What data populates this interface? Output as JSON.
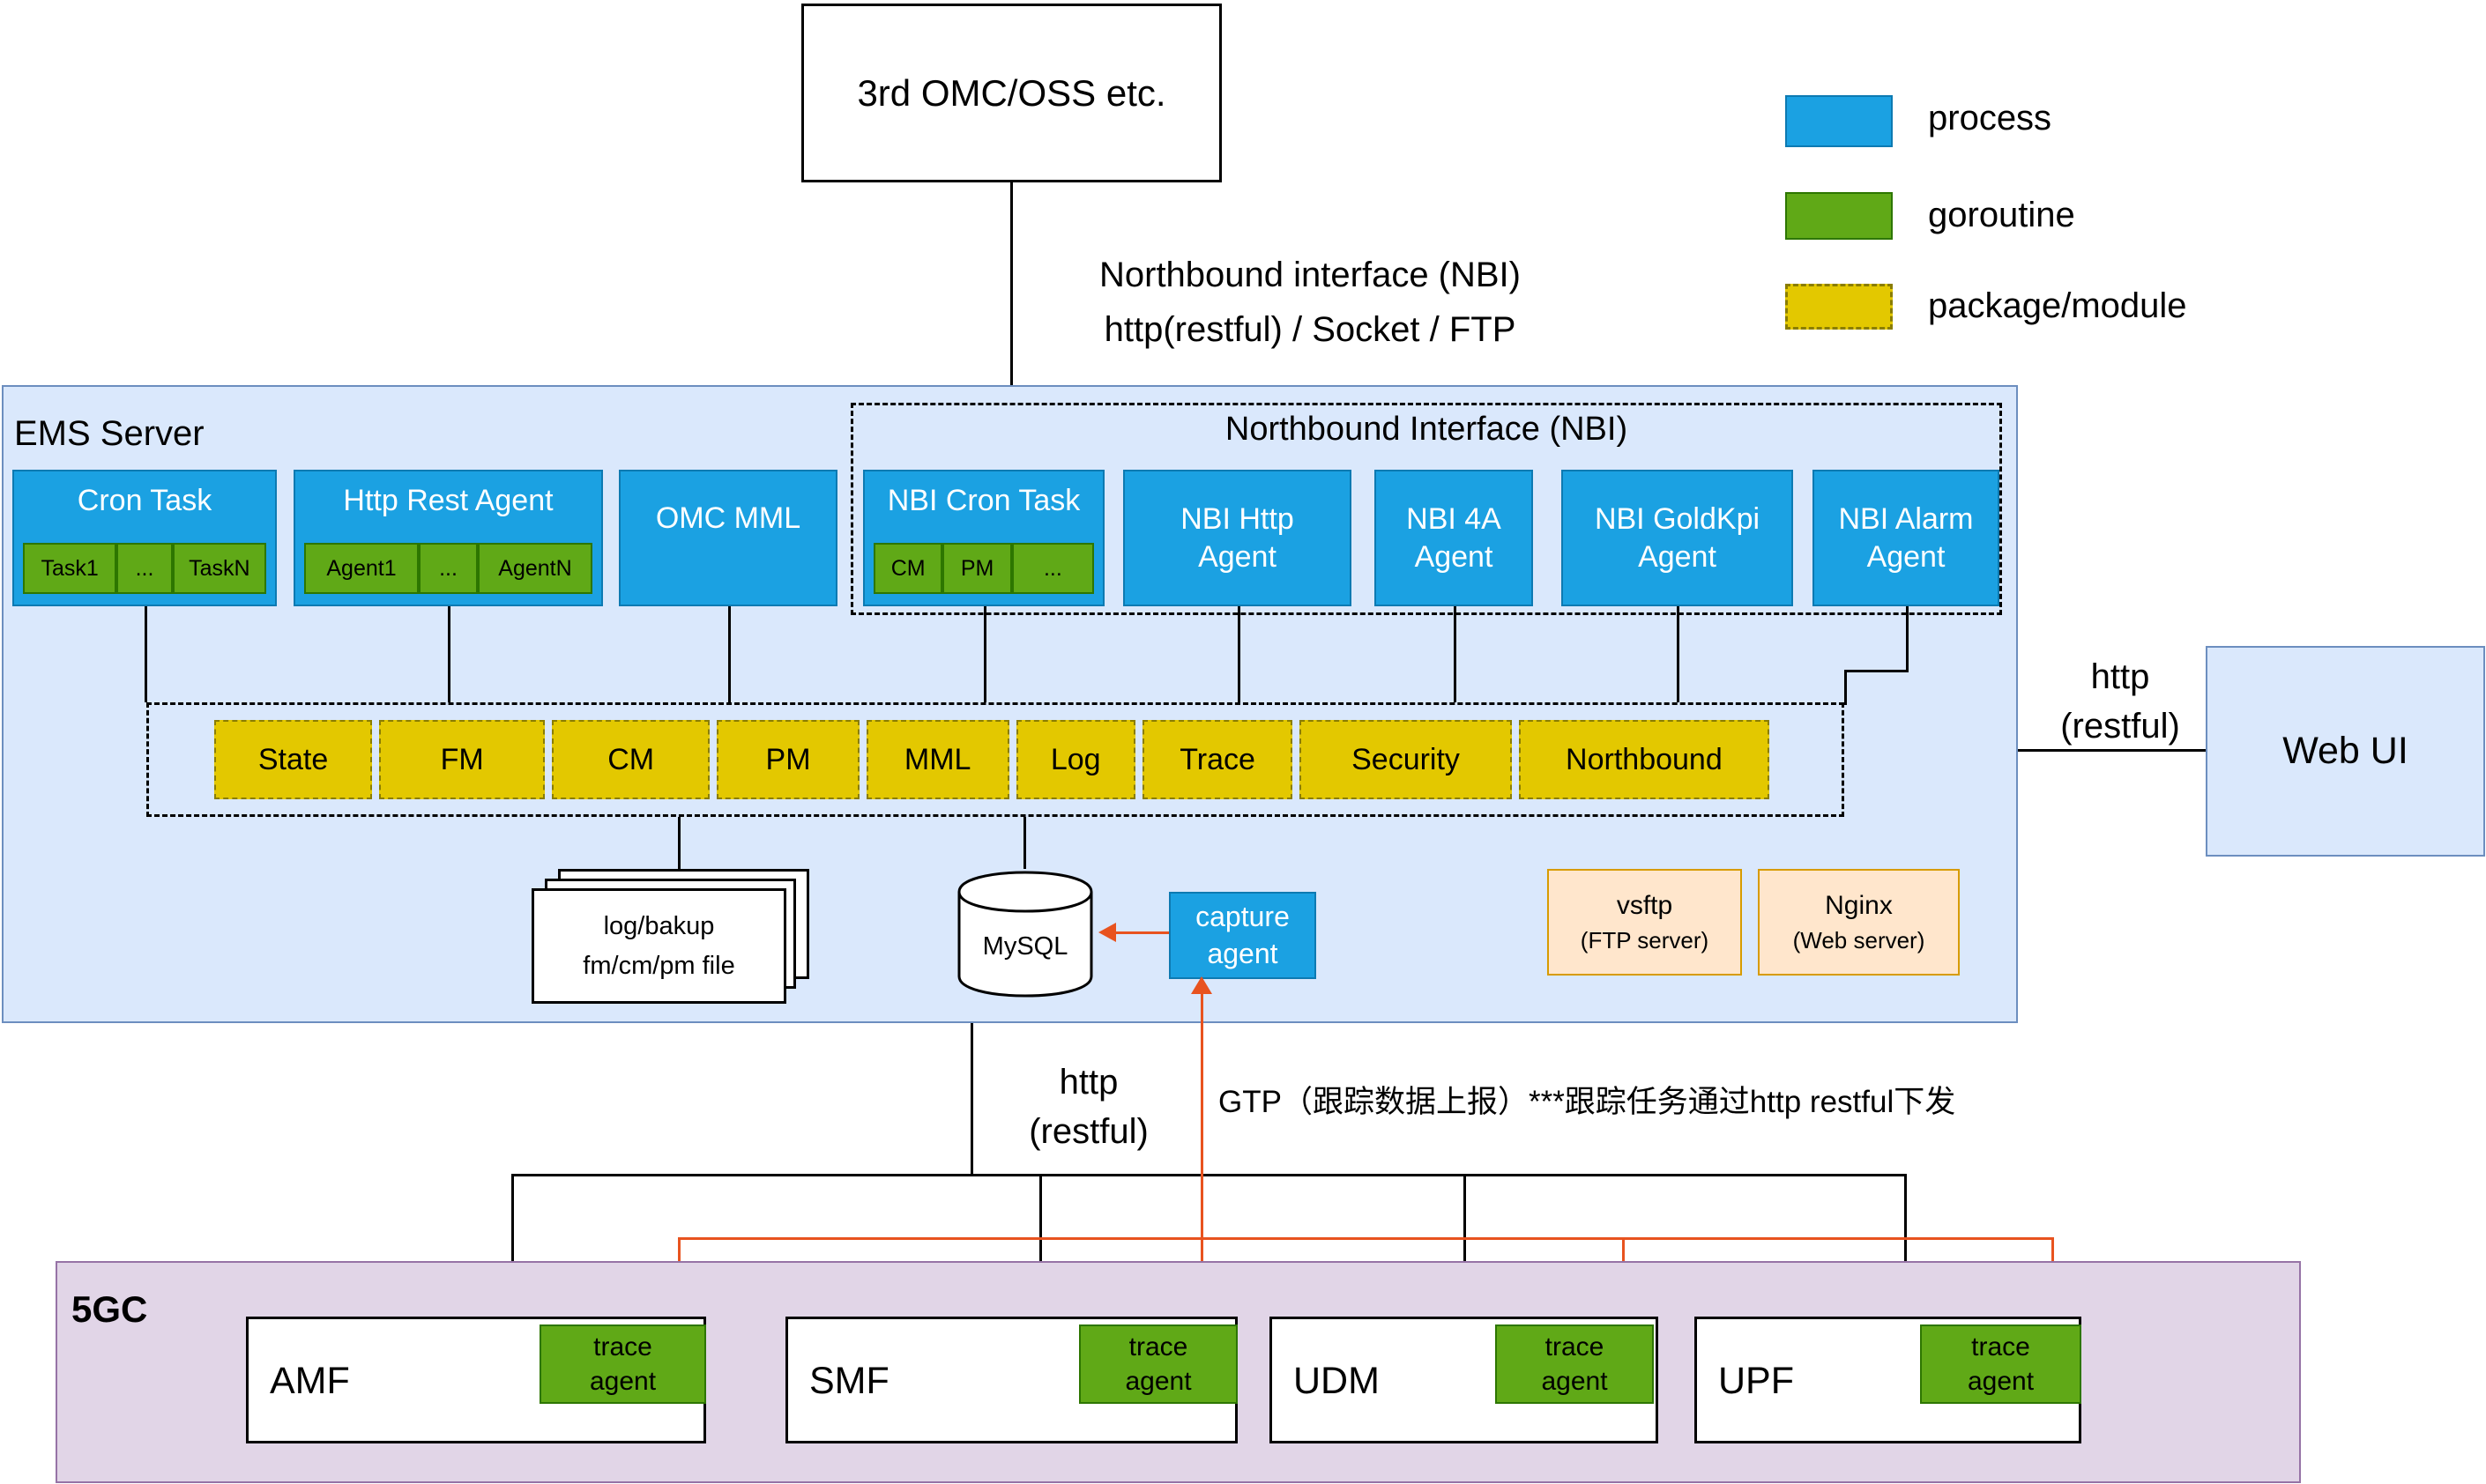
{
  "external": {
    "omc_oss_label": "3rd OMC/OSS etc.",
    "web_ui_label": "Web UI"
  },
  "legend": {
    "items": [
      {
        "label": "process"
      },
      {
        "label": "goroutine"
      },
      {
        "label": "package/module"
      }
    ]
  },
  "nbi_link": {
    "line1": "Northbound interface (NBI)",
    "line2": "http(restful) / Socket / FTP"
  },
  "ems": {
    "title": "EMS Server",
    "cron_task": {
      "label": "Cron Task",
      "subs": [
        "Task1",
        "...",
        "TaskN"
      ]
    },
    "http_rest_agent": {
      "label": "Http Rest Agent",
      "subs": [
        "Agent1",
        "...",
        "AgentN"
      ]
    },
    "omc_mml": {
      "label": "OMC MML"
    },
    "nbi_group": {
      "title": "Northbound Interface (NBI)",
      "cron_task": {
        "label": "NBI Cron Task",
        "subs": [
          "CM",
          "PM",
          "..."
        ]
      },
      "http_agent": {
        "label": "NBI Http Agent"
      },
      "four_a_agent": {
        "label": "NBI 4A Agent"
      },
      "goldkpi_agent": {
        "label": "NBI GoldKpi Agent"
      },
      "alarm_agent": {
        "label": "NBI Alarm Agent"
      }
    },
    "modules": [
      "State",
      "FM",
      "CM",
      "PM",
      "MML",
      "Log",
      "Trace",
      "Security",
      "Northbound"
    ],
    "files": {
      "line1": "log/bakup",
      "line2": "fm/cm/pm file"
    },
    "database": {
      "label": "MySQL"
    },
    "capture_agent": {
      "label": "capture agent"
    },
    "ftp_server": {
      "name": "vsftp",
      "desc": "(FTP server)"
    },
    "web_server": {
      "name": "Nginx",
      "desc": "(Web server)"
    }
  },
  "links": {
    "web_ui_http": {
      "line1": "http",
      "line2": "(restful)"
    },
    "core_http": {
      "line1": "http",
      "line2": "(restful)"
    },
    "gtp_note": "GTP（跟踪数据上报）***跟踪任务通过http restful下发"
  },
  "core": {
    "title": "5GC",
    "nfs": [
      {
        "name": "AMF",
        "agent": "trace agent"
      },
      {
        "name": "SMF",
        "agent": "trace agent"
      },
      {
        "name": "UDM",
        "agent": "trace agent"
      },
      {
        "name": "UPF",
        "agent": "trace agent"
      }
    ]
  },
  "colors": {
    "process": "#1BA1E2",
    "goroutine": "#60A917",
    "package_module": "#E3C800",
    "trace_link": "#E8531F"
  }
}
